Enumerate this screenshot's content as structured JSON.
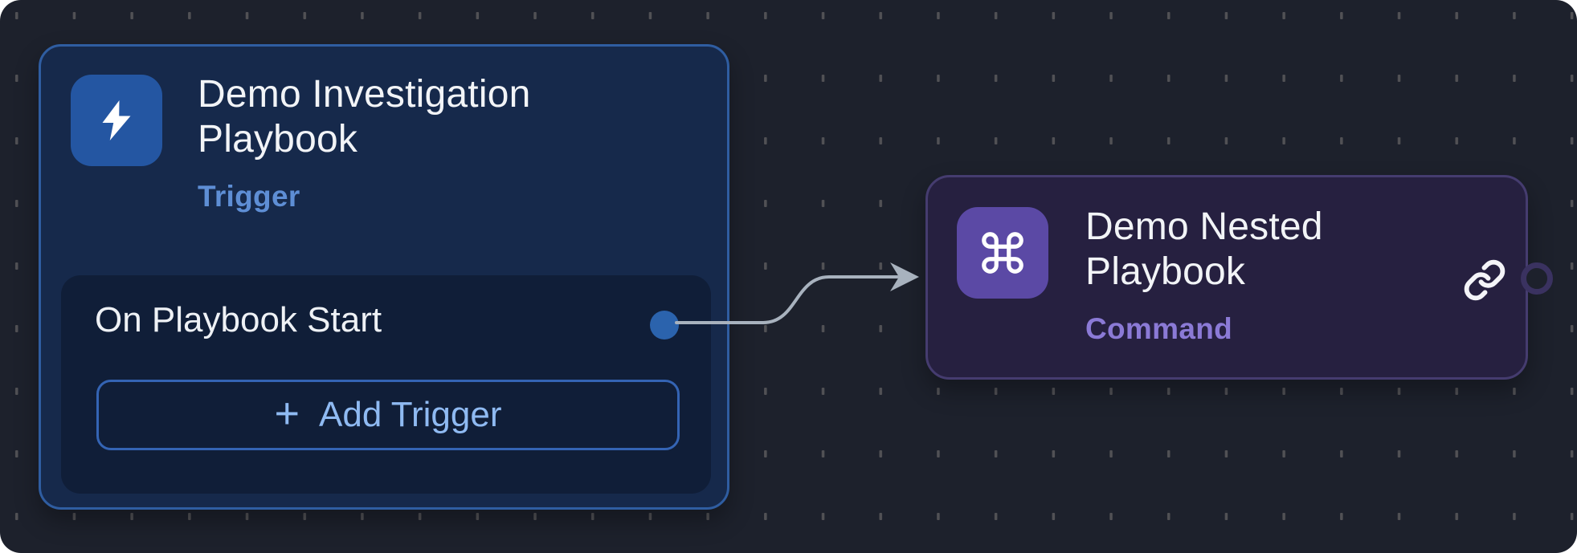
{
  "canvas": {
    "background_color": "#1d212c",
    "grid_dash_color": "#515155"
  },
  "edge": {
    "color": "#a8b2be"
  },
  "trigger_node": {
    "title": "Demo Investigation Playbook",
    "type_label": "Trigger",
    "icon": "lightning-bolt-icon",
    "icon_color": "#2456a2",
    "background_color": "#16294b",
    "border_color": "#2f5da1",
    "trigger_item": {
      "label": "On Playbook Start",
      "port_color": "#2b63ad"
    },
    "add_trigger_button": {
      "plus_icon": "+",
      "label": "Add Trigger",
      "text_color": "#8fbaf2"
    }
  },
  "command_node": {
    "title": "Demo Nested Playbook",
    "type_label": "Command",
    "type_label_color": "#8b7ad6",
    "icon": "command-icon",
    "icon_color": "#5b49a5",
    "background_color": "#262040",
    "border_color": "#453c6f",
    "link_icon": "link-icon"
  }
}
